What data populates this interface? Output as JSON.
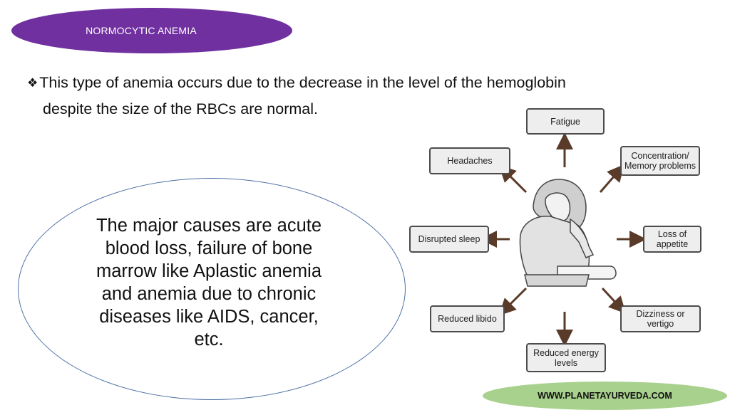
{
  "title": "NORMOCYTIC ANEMIA",
  "bullet": {
    "icon": "diamond-bullet-icon",
    "glyph": "❖",
    "line1": "This type of anemia occurs due to the decrease in the level of the hemoglobin",
    "line2": "despite the size of the RBCs are normal."
  },
  "causes": {
    "lines": [
      "The major causes are acute",
      "blood loss, failure of bone",
      "marrow like Aplastic anemia",
      "and anemia due to chronic",
      "diseases like AIDS, cancer,",
      "etc."
    ]
  },
  "symptoms": {
    "fatigue": "Fatigue",
    "headaches": "Headaches",
    "concentration": "Concentration/ Memory problems",
    "disrupted_sleep": "Disrupted sleep",
    "loss_of_appetite": "Loss of appetite",
    "reduced_libido": "Reduced libido",
    "dizziness": "Dizziness or vertigo",
    "reduced_energy": "Reduced energy levels"
  },
  "footer": "WWW.PLANETAYURVEDA.COM",
  "colors": {
    "title_pill": "#7030a0",
    "footer_pill": "#a9d18e",
    "arrow": "#5a3a28",
    "ellipse_border": "#4a6fa5"
  }
}
